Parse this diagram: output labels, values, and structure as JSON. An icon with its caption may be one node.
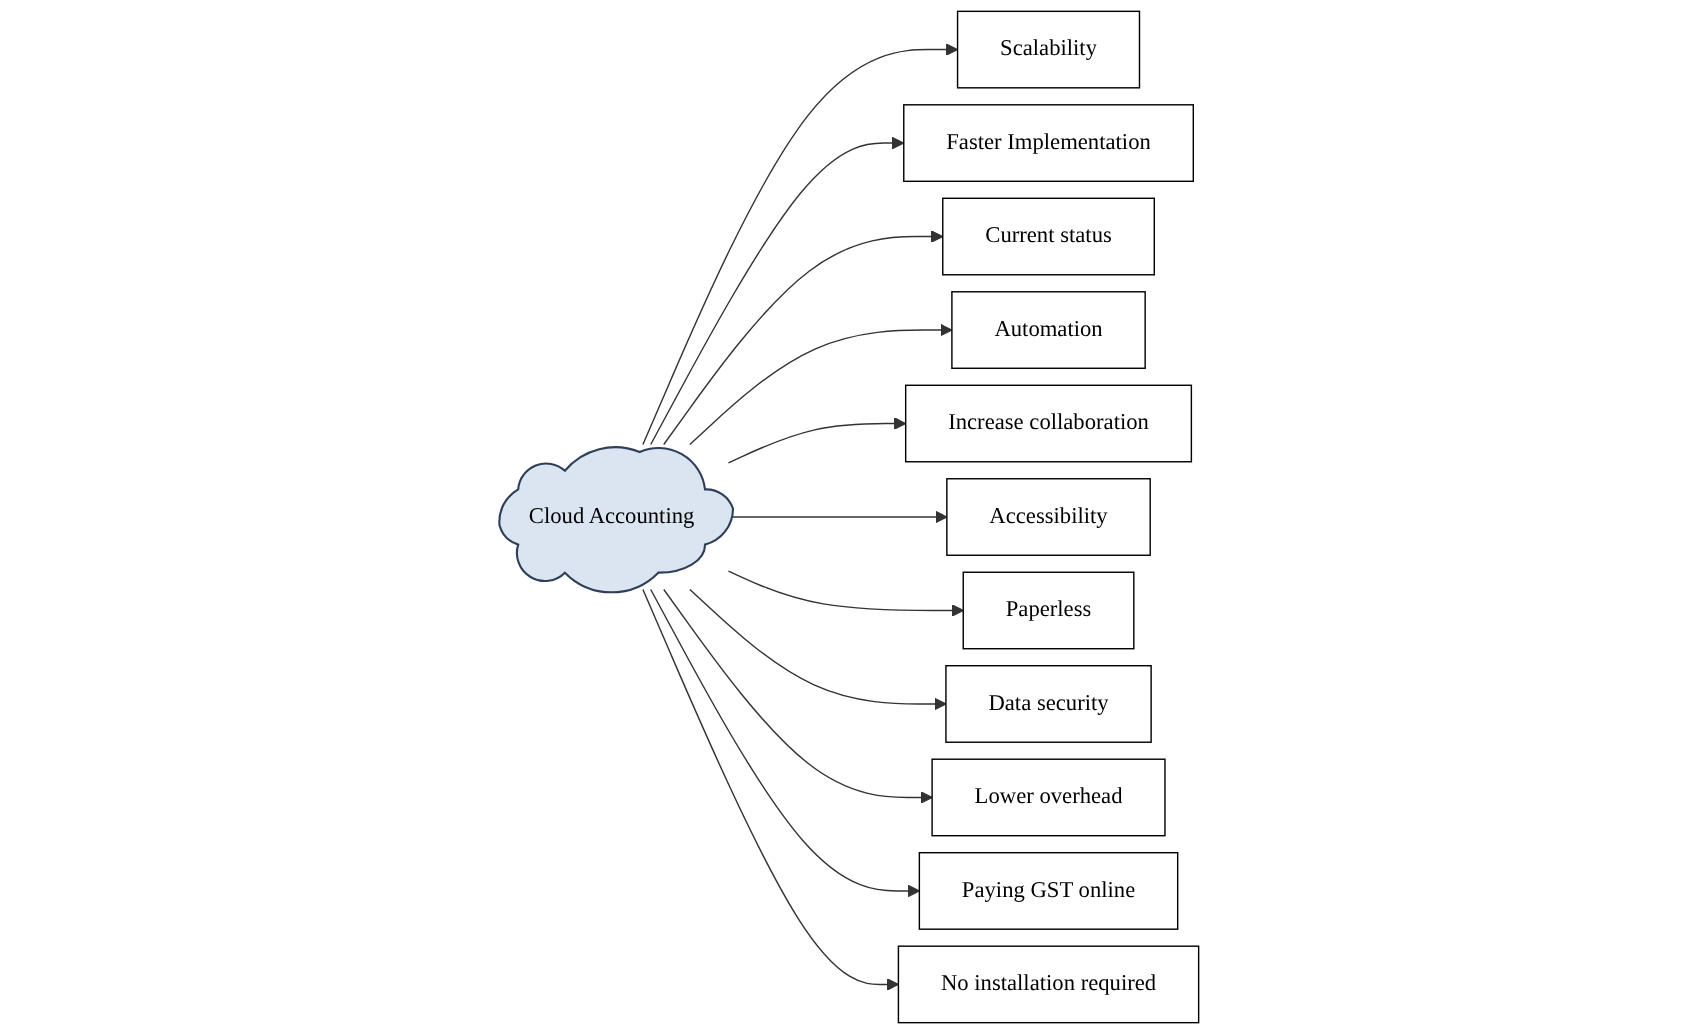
{
  "diagram": {
    "nodes": [
      {
        "text": [
          "Cloud Accounting"
        ]
      },
      {
        "text": [
          "Scalability"
        ]
      },
      {
        "text": [
          "Faster Implementation"
        ]
      },
      {
        "text": [
          "Current status"
        ]
      },
      {
        "text": [
          "Automation"
        ]
      },
      {
        "text": [
          "Increase collaboration"
        ]
      },
      {
        "text": [
          "Accessibility"
        ]
      },
      {
        "text": [
          "Paperless"
        ]
      },
      {
        "text": [
          "Data security"
        ]
      },
      {
        "text": [
          "Lower overhead"
        ]
      },
      {
        "text": [
          "Paying GST online"
        ]
      },
      {
        "text": [
          "No installation required"
        ]
      }
    ],
    "edges": [
      {
        "from": 0,
        "to": 1,
        "arrow": "to"
      },
      {
        "from": 0,
        "to": 2,
        "arrow": "to"
      },
      {
        "from": 0,
        "to": 3,
        "arrow": "to"
      },
      {
        "from": 0,
        "to": 4,
        "arrow": "to"
      },
      {
        "from": 0,
        "to": 5,
        "arrow": "to"
      },
      {
        "from": 0,
        "to": 6,
        "arrow": "to"
      },
      {
        "from": 0,
        "to": 7,
        "arrow": "to"
      },
      {
        "from": 0,
        "to": 8,
        "arrow": "to"
      },
      {
        "from": 0,
        "to": 9,
        "arrow": "to"
      },
      {
        "from": 0,
        "to": 10,
        "arrow": "to"
      },
      {
        "from": 0,
        "to": 11,
        "arrow": "to"
      }
    ]
  }
}
